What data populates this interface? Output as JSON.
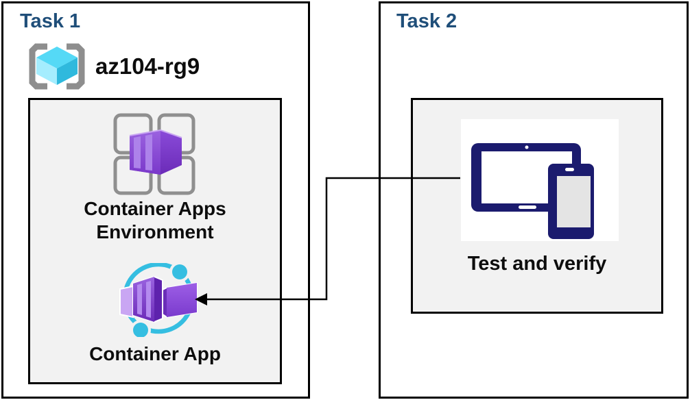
{
  "task1": {
    "title": "Task 1",
    "resource_group": {
      "name": "az104-rg9",
      "icon": "resource-group-icon"
    },
    "environment": {
      "label_line1": "Container Apps",
      "label_line2": "Environment",
      "icon": "container-apps-environment-icon"
    },
    "app": {
      "label": "Container App",
      "icon": "container-app-icon"
    }
  },
  "task2": {
    "title": "Task 2",
    "test": {
      "label": "Test and verify",
      "icon": "devices-icon"
    }
  },
  "connector": {
    "from": "devices-icon",
    "to": "container-app-icon",
    "style": "elbow-arrow"
  },
  "colors": {
    "task_title": "#1F4E79",
    "box_border": "#000000",
    "inner_box_background": "#F2F2F2",
    "label_text": "#0D0D0D",
    "cyan_accent": "#35BEE1",
    "purple_accent": "#7A38CA",
    "device_navy": "#1B1B6E",
    "frame_gray": "#8F8F8F"
  }
}
